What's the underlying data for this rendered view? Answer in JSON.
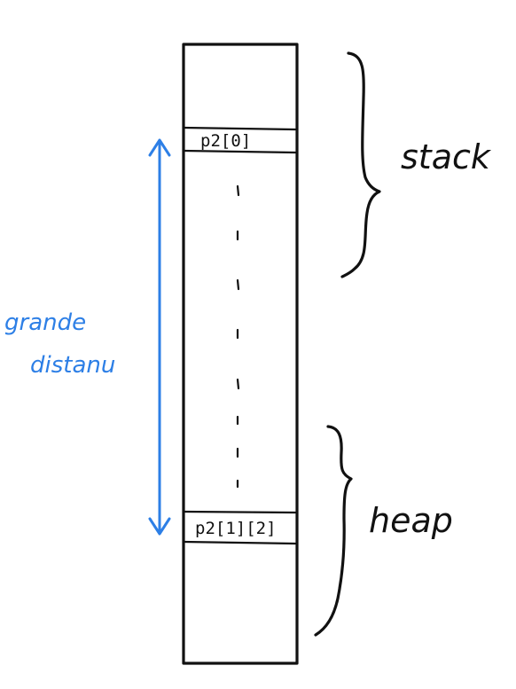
{
  "diagram": {
    "cells": {
      "top": "p2[0]",
      "bottom": "p2[1][2]"
    },
    "regions": {
      "stack": "stack",
      "heap": "heap"
    },
    "annotation": {
      "line1": "grande",
      "line2": "distanu"
    },
    "colors": {
      "ink": "#111111",
      "annotation": "#2d7fe6"
    }
  }
}
